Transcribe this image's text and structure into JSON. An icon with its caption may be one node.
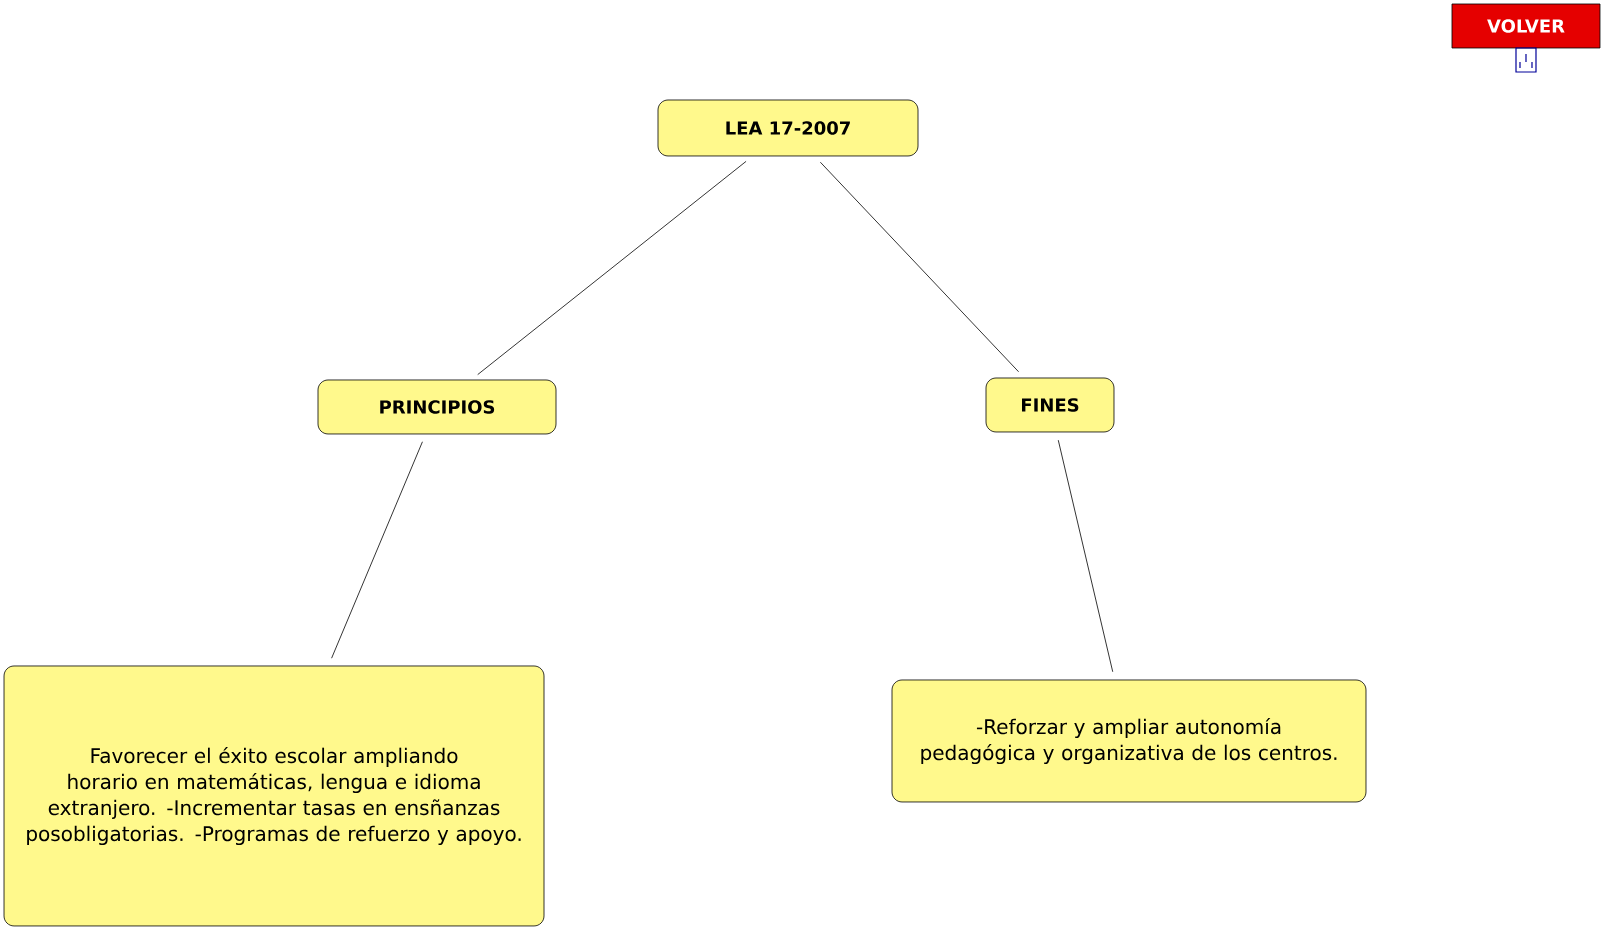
{
  "diagram": {
    "nodes": [
      {
        "text": [
          "LEA 17-2007"
        ]
      },
      {
        "text": [
          "PRINCIPIOS"
        ]
      },
      {
        "text": [
          "FINES"
        ]
      },
      {
        "text": [
          "Favorecer el éxito escolar ampliando horario en matemáticas, lengua e idioma extranjero. -Incrementar tasas en ensñanzas posobligatorias. -Programas de refuerzo y apoyo."
        ]
      },
      {
        "text": [
          "-Reforzar y ampliar autonomía pedagógica  y organizativa de los centros."
        ]
      },
      {
        "text": [
          "VOLVER"
        ]
      }
    ],
    "edges": [
      {
        "from": 0,
        "to": 1,
        "arrow": "none"
      },
      {
        "from": 0,
        "to": 2,
        "arrow": "none"
      },
      {
        "from": 1,
        "to": 3,
        "arrow": "none"
      },
      {
        "from": 2,
        "to": 4,
        "arrow": "none"
      }
    ]
  }
}
